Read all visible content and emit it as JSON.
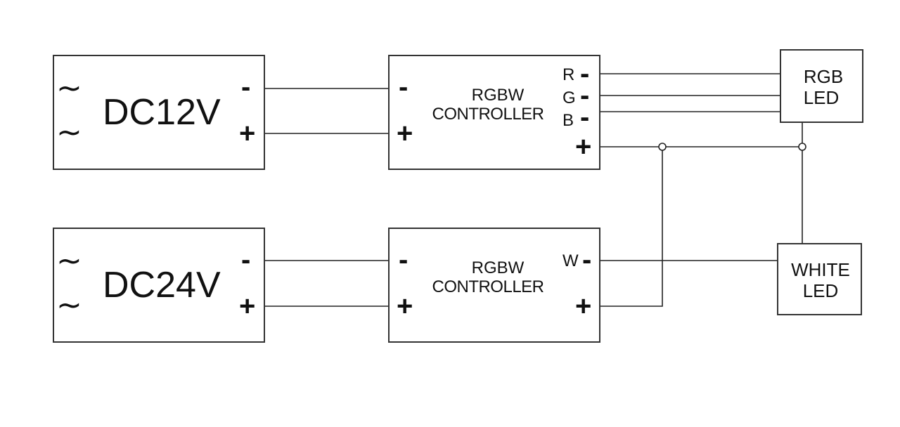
{
  "diagram": {
    "title": "RGBW controller wiring with RGB and white LEDs",
    "power_supplies": [
      {
        "id": "psu1",
        "label": "DC12V",
        "ac_symbol_top": "~",
        "ac_symbol_bottom": "~",
        "neg": "-",
        "pos": "+"
      },
      {
        "id": "psu2",
        "label": "DC24V",
        "ac_symbol_top": "~",
        "ac_symbol_bottom": "~",
        "neg": "-",
        "pos": "+"
      }
    ],
    "controllers": [
      {
        "id": "ctrl1",
        "title": "RGBW",
        "subtitle": "CONTROLLER",
        "in_neg": "-",
        "in_pos": "+",
        "outputs": [
          {
            "label": "R",
            "sign": "-"
          },
          {
            "label": "G",
            "sign": "-"
          },
          {
            "label": "B",
            "sign": "-"
          }
        ],
        "out_pos": "+"
      },
      {
        "id": "ctrl2",
        "title": "RGBW",
        "subtitle": "CONTROLLER",
        "in_neg": "-",
        "in_pos": "+",
        "outputs": [
          {
            "label": "W",
            "sign": "-"
          }
        ],
        "out_pos": "+"
      }
    ],
    "loads": [
      {
        "id": "rgb_led",
        "line1": "RGB",
        "line2": "LED"
      },
      {
        "id": "white_led",
        "line1": "WHITE",
        "line2": "LED"
      }
    ],
    "connections": [
      {
        "from": "psu1.neg",
        "to": "ctrl1.in_neg"
      },
      {
        "from": "psu1.pos",
        "to": "ctrl1.in_pos"
      },
      {
        "from": "psu2.neg",
        "to": "ctrl2.in_neg"
      },
      {
        "from": "psu2.pos",
        "to": "ctrl2.in_pos"
      },
      {
        "from": "ctrl1.R",
        "to": "rgb_led"
      },
      {
        "from": "ctrl1.G",
        "to": "rgb_led"
      },
      {
        "from": "ctrl1.B",
        "to": "rgb_led"
      },
      {
        "from": "ctrl1.out_pos",
        "to": "rgb_led",
        "via": "junction"
      },
      {
        "from": "ctrl2.out_pos",
        "to": "ctrl1.out_pos",
        "via": "junction"
      },
      {
        "from": "ctrl2.W",
        "to": "white_led"
      },
      {
        "from": "rgb_led",
        "to": "white_led",
        "via": "junction"
      }
    ]
  }
}
